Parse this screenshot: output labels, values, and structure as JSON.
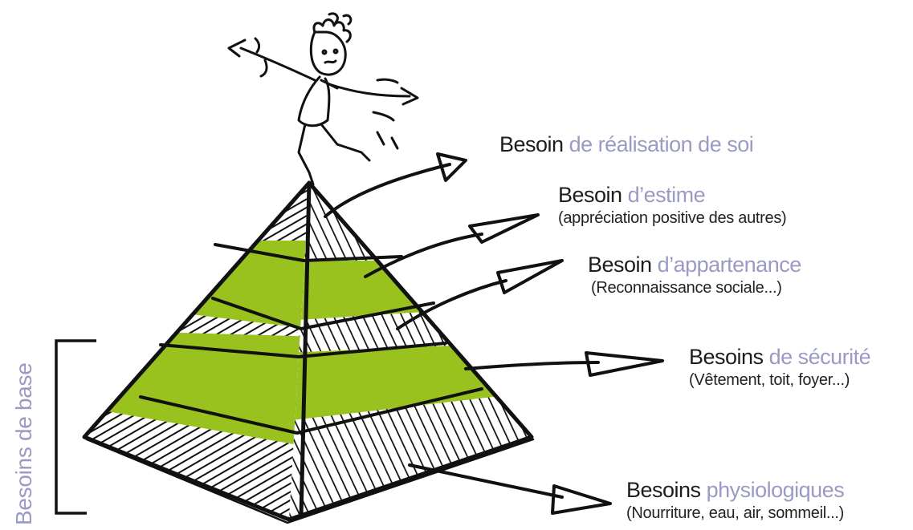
{
  "colors": {
    "accent_text": "#9a9ac4",
    "band_green": "#99c21f",
    "ink": "#111111"
  },
  "levels": [
    {
      "keyword": "Besoin",
      "qualifier": "de réalisation de soi",
      "detail": ""
    },
    {
      "keyword": "Besoin",
      "qualifier": "d’estime",
      "detail": "(appréciation positive des autres)"
    },
    {
      "keyword": "Besoin",
      "qualifier": "d’appartenance",
      "detail": "(Reconnaissance sociale...)"
    },
    {
      "keyword": "Besoins",
      "qualifier": "de sécurité",
      "detail": "(Vêtement, toit, foyer...)"
    },
    {
      "keyword": "Besoins",
      "qualifier": "physiologiques",
      "detail": "(Nourriture, eau, air, sommeil...)"
    }
  ],
  "bracket_label": "Besoins de base",
  "illustration": {
    "figure": "child-dancing-on-top",
    "shape": "hand-drawn-pyramid",
    "arrows": "level-pointer-arrows"
  }
}
